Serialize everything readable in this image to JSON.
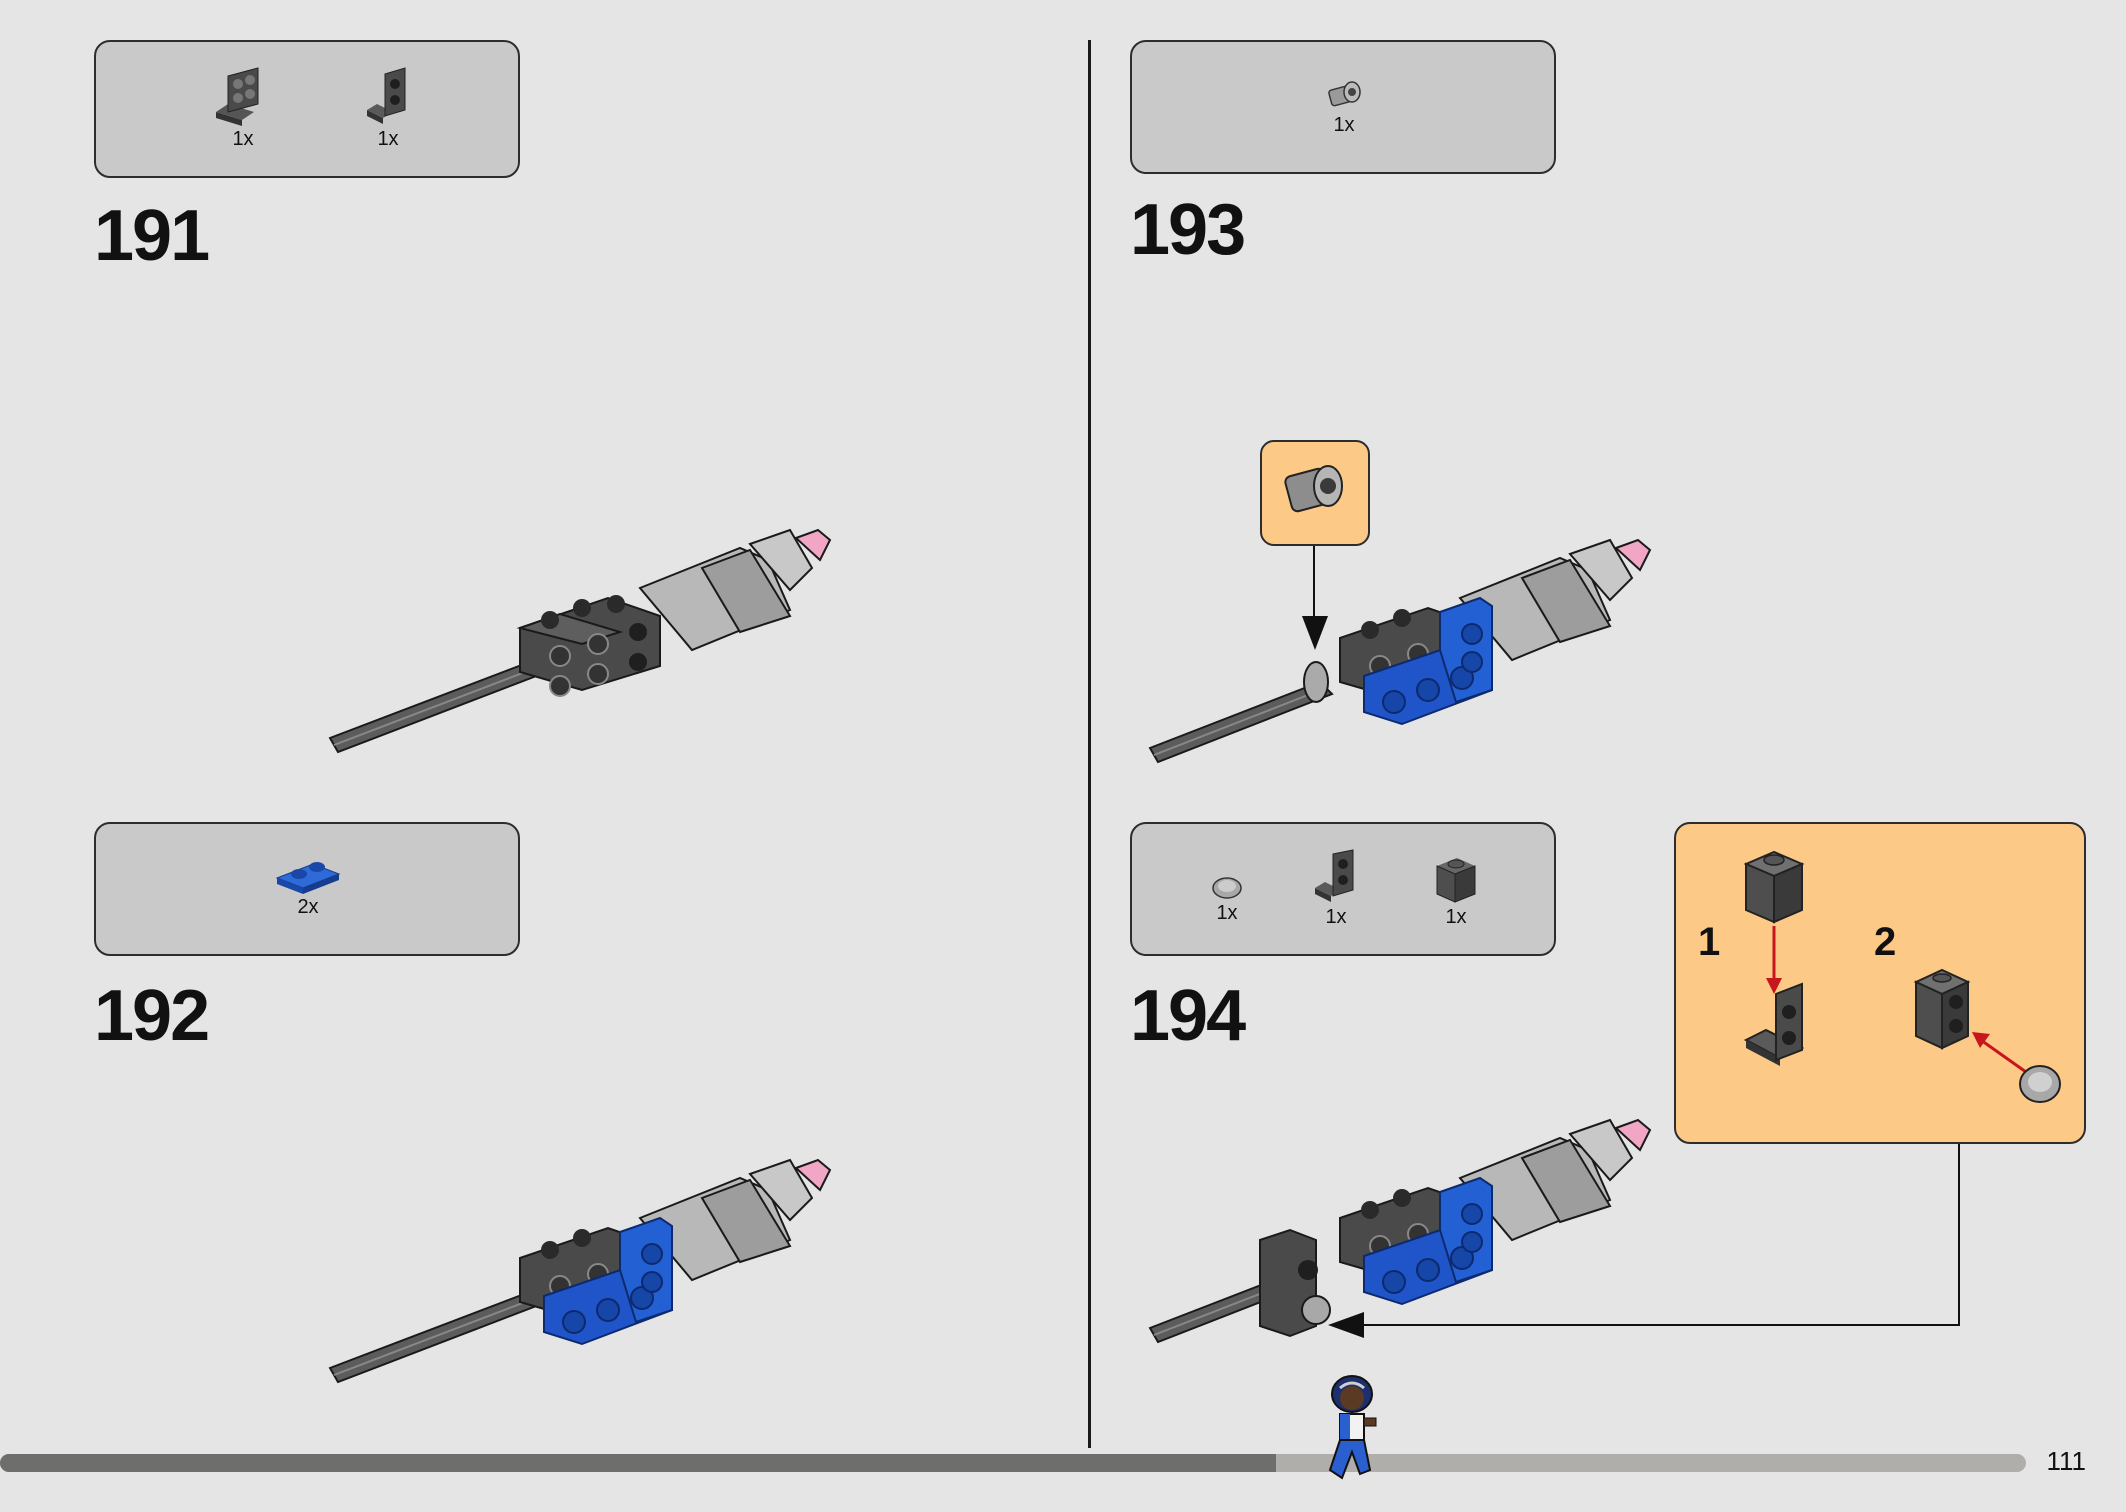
{
  "page": {
    "number": "111",
    "progress_percent": 63
  },
  "steps": [
    {
      "number": "191",
      "parts": [
        {
          "qty": "1x",
          "icon": "bracket-plate-2x2-dark-gray-icon"
        },
        {
          "qty": "1x",
          "icon": "bracket-1x2-dark-gray-icon"
        }
      ]
    },
    {
      "number": "192",
      "parts": [
        {
          "qty": "2x",
          "icon": "plate-1x2-blue-icon"
        }
      ]
    },
    {
      "number": "193",
      "parts": [
        {
          "qty": "1x",
          "icon": "bush-light-gray-icon"
        }
      ]
    },
    {
      "number": "194",
      "parts": [
        {
          "qty": "1x",
          "icon": "round-tile-light-gray-icon"
        },
        {
          "qty": "1x",
          "icon": "bracket-1x2-dark-gray-icon"
        },
        {
          "qty": "1x",
          "icon": "brick-1x1-with-stud-dark-gray-icon"
        }
      ]
    }
  ],
  "subassembly": {
    "sub_steps": [
      "1",
      "2"
    ]
  },
  "colors": {
    "background": "#e5e5e5",
    "parts_box": "#c9c9c9",
    "callout": "#fdc987",
    "blue_brick": "#1f55c8",
    "dark_gray": "#4a4a4a",
    "transparent_pink": "#f0a0c0",
    "arrow_red": "#c8161d"
  }
}
